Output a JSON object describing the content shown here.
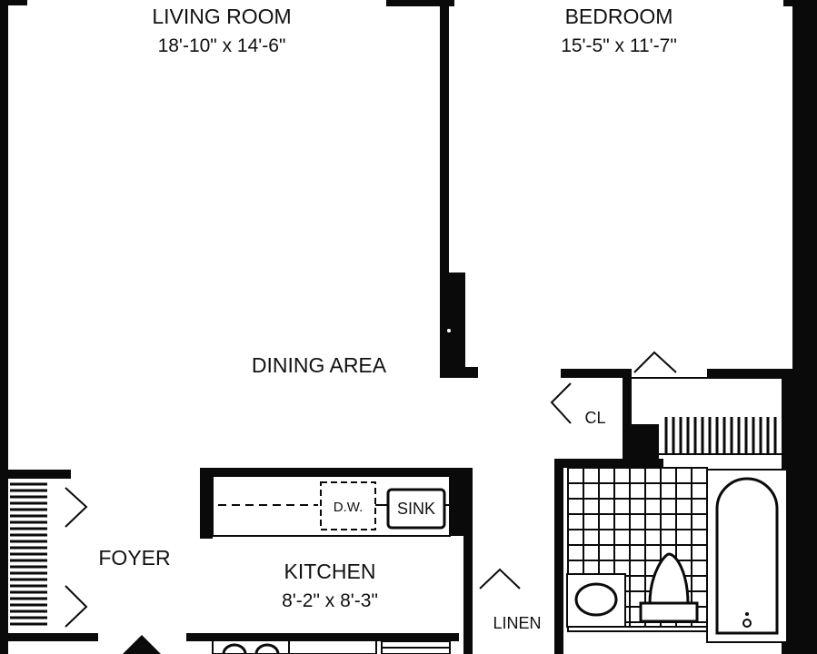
{
  "colors": {
    "wall": "#0a0a0a",
    "paper": "#ffffff"
  },
  "rooms": {
    "living": {
      "name": "LIVING ROOM",
      "dims": "18'-10\" x 14'-6\""
    },
    "bedroom": {
      "name": "BEDROOM",
      "dims": "15'-5\" x 11'-7\""
    },
    "dining": {
      "name": "DINING AREA"
    },
    "foyer": {
      "name": "FOYER"
    },
    "kitchen": {
      "name": "KITCHEN",
      "dims": "8'-2\" x 8'-3\""
    }
  },
  "labels": {
    "closet": "CL",
    "linen": "LINEN",
    "dishwasher": "D.W.",
    "sink": "SINK"
  }
}
